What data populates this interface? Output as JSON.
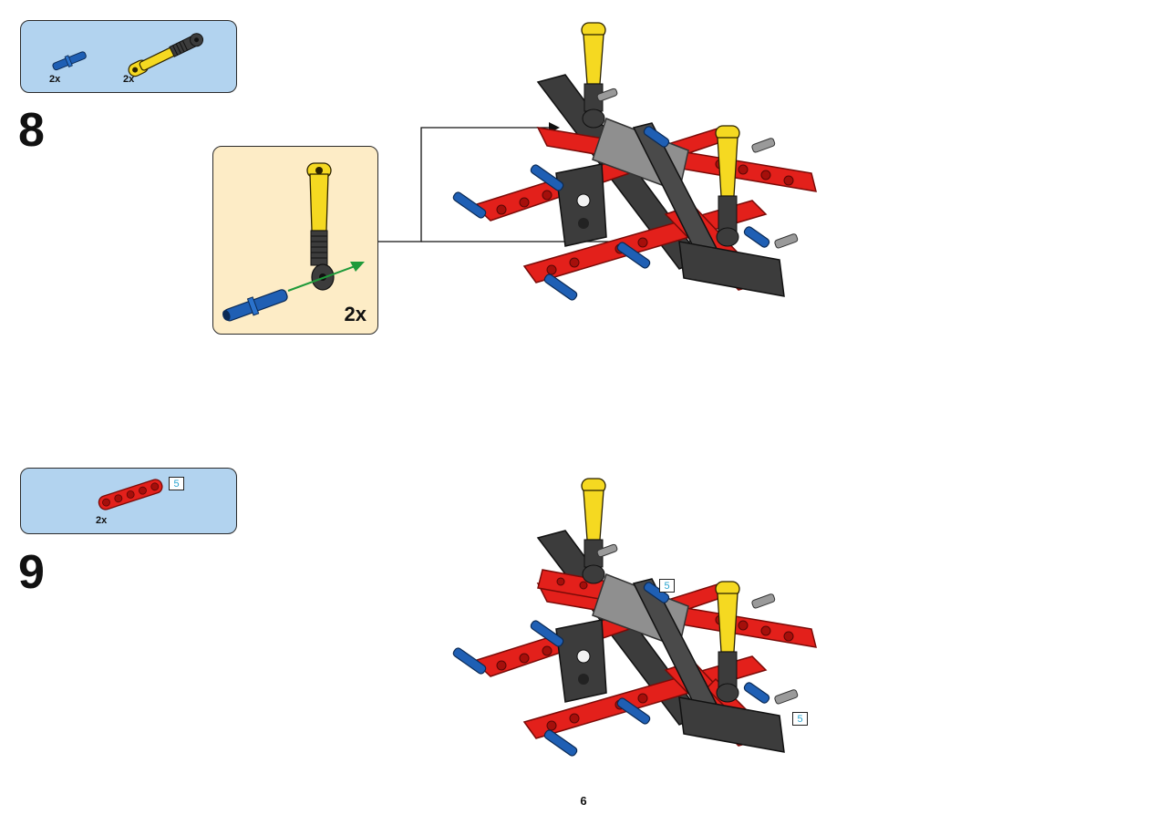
{
  "page": {
    "number": "6"
  },
  "steps": [
    {
      "number": "8",
      "parts": [
        {
          "icon": "blue-axle-pin-icon",
          "qty": "2x"
        },
        {
          "icon": "yellow-shock-absorber-icon",
          "qty": "2x"
        }
      ],
      "callout": {
        "qty": "2x"
      }
    },
    {
      "number": "9",
      "parts": [
        {
          "icon": "red-beam-5-icon",
          "qty": "2x",
          "length": "5"
        }
      ],
      "build_tags": [
        "5",
        "5"
      ]
    }
  ],
  "colors": {
    "parts_box": "#b2d3ef",
    "callout_box": "#fdecc6",
    "technic_red": "#e3201b",
    "technic_yellow": "#f5d921",
    "technic_blue": "#1f5fb4",
    "dark_gray": "#3c3c3c",
    "arrow_green": "#1f9a3a"
  }
}
